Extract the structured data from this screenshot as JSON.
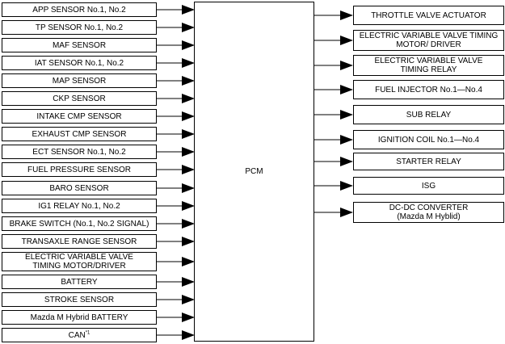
{
  "pcm_label": "PCM",
  "inputs": [
    "APP SENSOR No.1, No.2",
    "TP SENSOR No.1, No.2",
    "MAF SENSOR",
    "IAT SENSOR No.1, No.2",
    "MAP SENSOR",
    "CKP SENSOR",
    "INTAKE CMP SENSOR",
    "EXHAUST CMP SENSOR",
    "ECT SENSOR No.1, No.2",
    "FUEL PRESSURE SENSOR",
    "BARO SENSOR",
    "IG1 RELAY No.1, No.2",
    "BRAKE SWITCH (No.1, No.2 SIGNAL)",
    "TRANSAXLE RANGE SENSOR",
    "ELECTRIC VARIABLE VALVE\nTIMING MOTOR/DRIVER",
    "BATTERY",
    "STROKE SENSOR",
    "Mazda M Hybrid BATTERY",
    "CAN"
  ],
  "can_footnote": "*1",
  "outputs": [
    "THROTTLE VALVE ACTUATOR",
    "ELECTRIC VARIABLE VALVE TIMING\nMOTOR/ DRIVER",
    "ELECTRIC VARIABLE VALVE\nTIMING RELAY",
    "FUEL INJECTOR No.1—No.4",
    "SUB RELAY",
    "IGNITION COIL No.1—No.4",
    "STARTER RELAY",
    "ISG",
    "DC-DC CONVERTER\n(Mazda M Hyblid)"
  ]
}
